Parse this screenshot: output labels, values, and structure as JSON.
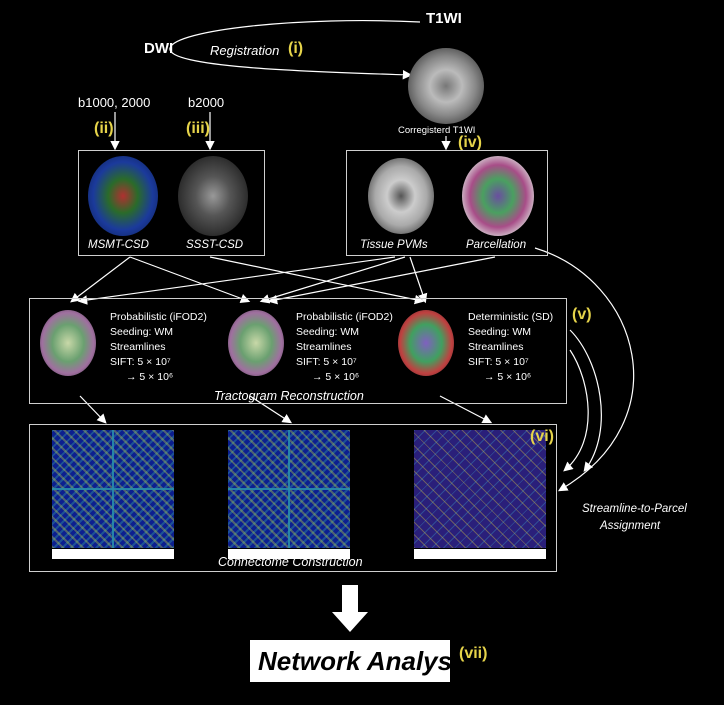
{
  "top": {
    "dwi": "DWI",
    "t1wi": "T1WI",
    "registration": "Registration",
    "coregistered": "Corregisterd T1WI",
    "b1000": "b1000, 2000",
    "b2000": "b2000"
  },
  "steps": {
    "i": "(i)",
    "ii": "(ii)",
    "iii": "(iii)",
    "iv": "(iv)",
    "v": "(v)",
    "vi": "(vi)",
    "vii": "(vii)"
  },
  "csd": {
    "msmt": "MSMT-CSD",
    "ssst": "SSST-CSD"
  },
  "tissue": {
    "pvms": "Tissue PVMs",
    "parcellation": "Parcellation"
  },
  "tracts": [
    {
      "type": "Probabilistic (iFOD2)",
      "seeding": "Seeding: WM",
      "streamlines": "Streamlines",
      "sift": "SIFT: 5 × 10⁷",
      "to": "→ 5 × 10⁶"
    },
    {
      "type": "Probabilistic (iFOD2)",
      "seeding": "Seeding: WM",
      "streamlines": "Streamlines",
      "sift": "SIFT: 5 × 10⁷",
      "to": "→ 5 × 10⁶"
    },
    {
      "type": "Deterministic (SD)",
      "seeding": "Seeding: WM",
      "streamlines": "Streamlines",
      "sift": "SIFT: 5 × 10⁷",
      "to": "→ 5 × 10⁶"
    }
  ],
  "tractogram_title": "Tractogram Reconstruction",
  "connectome_title": "Connectome Construction",
  "assignment": {
    "line1": "Streamline-to-Parcel",
    "line2": "Assignment"
  },
  "network": {
    "title": "Network Analysis"
  },
  "colors": {
    "step_label": "#e6d44a",
    "background": "#000000",
    "matrix_base": "#0c1f8f"
  }
}
